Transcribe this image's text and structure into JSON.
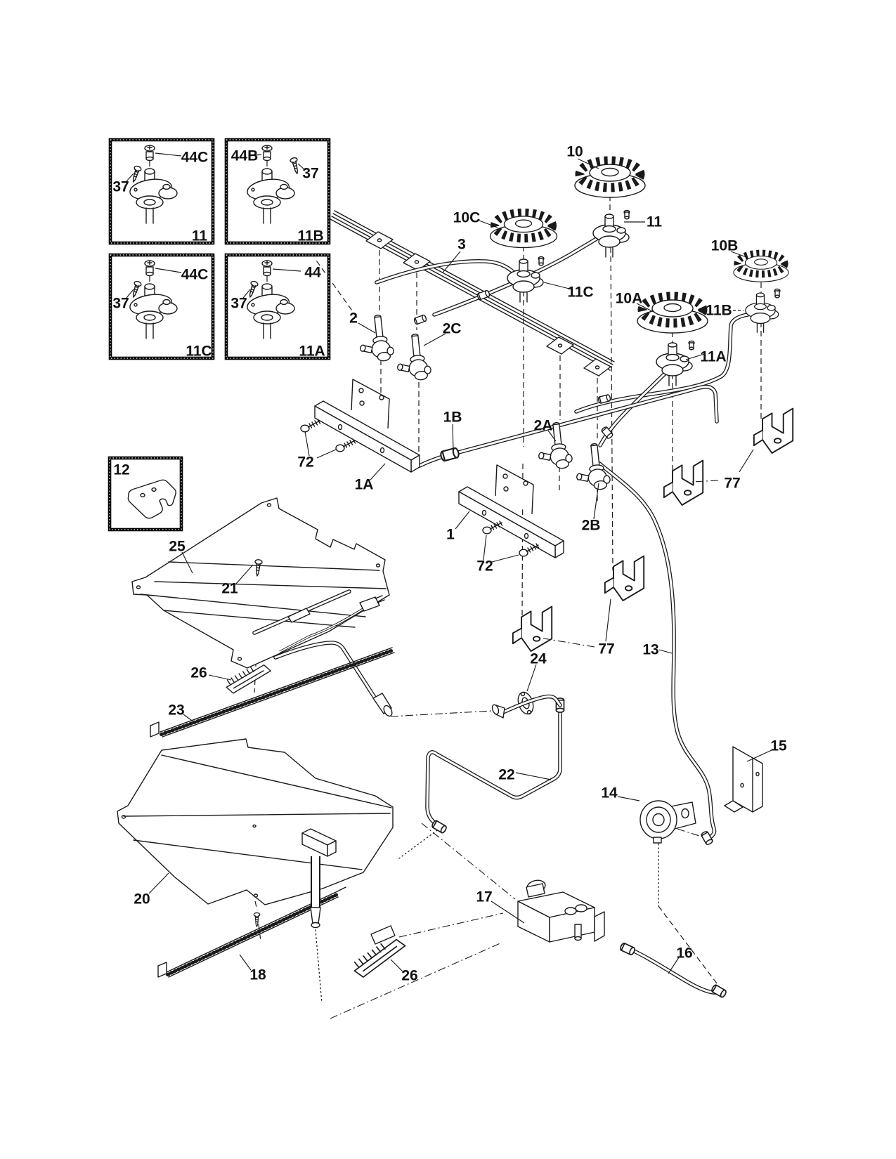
{
  "diagram": {
    "insets": [
      {
        "box_id": "11",
        "bolt_label": "44C",
        "screw_label": "37"
      },
      {
        "box_id": "11B",
        "bolt_label": "44B",
        "screw_label": "37"
      },
      {
        "box_id": "11C",
        "bolt_label": "44C",
        "screw_label": "37"
      },
      {
        "box_id": "11A",
        "bolt_label": "44",
        "screw_label": "37"
      }
    ],
    "shim_box_id": "12",
    "callouts": {
      "burner_rr": "10",
      "burner_cr": "10C",
      "tube_bundle": "3",
      "orifice_rr": "11",
      "burner_rf": "10B",
      "burner_cf": "10A",
      "orifice_cr": "11C",
      "orifice_rf": "11B",
      "orifice_cf": "11A",
      "valve_lr": "2",
      "valve_lf": "2C",
      "tube_rear": "1B",
      "valve_ra": "2A",
      "screws_front": "72",
      "manifold_front": "1A",
      "bracket_right": "77",
      "manifold_rear": "1",
      "valve_rb": "2B",
      "screws_rear": "72",
      "bracket_center": "77",
      "supply_tube": "13",
      "elbow": "24",
      "deflector_rear": "25",
      "screw_deflector": "21",
      "igniter_rear": "26",
      "rail_rear": "23",
      "jumper_tube": "22",
      "bracket_regulator": "15",
      "regulator": "14",
      "deflector_front": "20",
      "spark_module": "17",
      "regulator_tube": "16",
      "rail_front": "18",
      "igniter_front": "26"
    }
  }
}
